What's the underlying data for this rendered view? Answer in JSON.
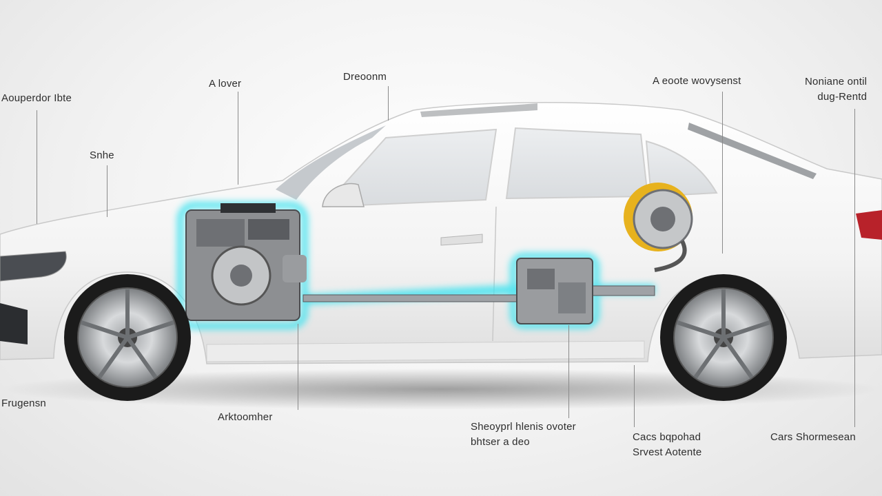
{
  "labels": {
    "top_left_1": "Aouperdor Ibte",
    "top_left_2": "Snhe",
    "top_center_1": "A lover",
    "top_center_2": "Dreoonm",
    "top_right_1": "A eoote wovysenst",
    "top_right_2_line1": "Noniane ontil",
    "top_right_2_line2": "dug-Rentd",
    "bottom_left": "Frugensn",
    "bottom_center_1": "Arktoomher",
    "bottom_center_2_line1": "Sheoyprl hlenis ovoter",
    "bottom_center_2_line2": "bhtser a deo",
    "bottom_right_1_line1": "Cacs bqpohad",
    "bottom_right_1_line2": "Srvest Aotente",
    "bottom_right_2": "Cars Shormesean"
  },
  "colors": {
    "car_body": "#f7f7f7",
    "car_outline": "#c9c9c9",
    "glass": "#e4e6e8",
    "glow": "#3fe3f0",
    "engine": "#8d8f92",
    "turbo_ring": "#e7b21e",
    "tire": "#1b1b1b",
    "rim": "#c9cbcd",
    "leader": "#8a8a8a",
    "taillight": "#b8222a"
  }
}
